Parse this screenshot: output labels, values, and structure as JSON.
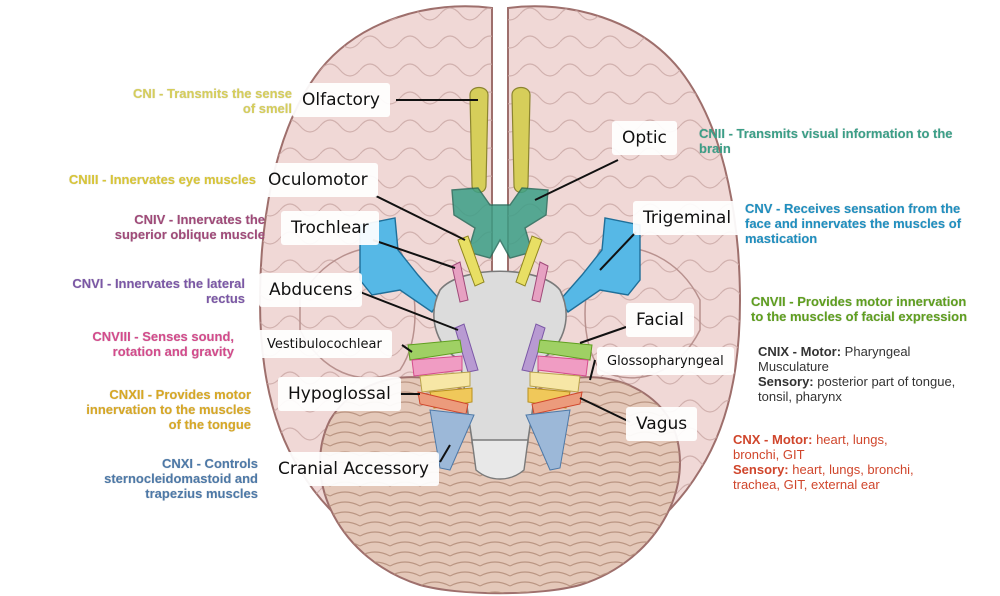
{
  "labels": {
    "olfactory": "Olfactory",
    "optic": "Optic",
    "oculomotor": "Oculomotor",
    "trochlear": "Trochlear",
    "trigeminal": "Trigeminal",
    "abducens": "Abducens",
    "facial": "Facial",
    "vestibulocochlear": "Vestibulocochlear",
    "glossopharyngeal": "Glossopharyngeal",
    "hypoglossal": "Hypoglossal",
    "vagus": "Vagus",
    "accessory": "Cranial Accessory"
  },
  "descriptions": {
    "cn1": [
      "CNI - Transmits the sense",
      "of smell"
    ],
    "cn2": [
      "CNII - Transmits visual information to the",
      "brain"
    ],
    "cn3": [
      "CNIII - Innervates eye muscles"
    ],
    "cn4": [
      "CNIV - Innervates the",
      "superior oblique muscle"
    ],
    "cn5": [
      "CNV - Receives sensation from the",
      "face and innervates the muscles of",
      "mastication"
    ],
    "cn6": [
      "CNVI - Innervates the lateral",
      "rectus"
    ],
    "cn7": [
      "CNVII - Provides motor innervation",
      "to the muscles of facial expression"
    ],
    "cn8": [
      "CNVIII - Senses sound,",
      "rotation and gravity"
    ],
    "cn9": {
      "motor_label": "CNIX - Motor:",
      "motor_text_1": "Pharyngeal",
      "motor_text_2": "Musculature",
      "sensory_label": "Sensory:",
      "sensory_text_1": "posterior part of tongue,",
      "sensory_text_2": "tonsil, pharynx"
    },
    "cn10": {
      "motor_label": "CNX - Motor:",
      "motor_text_1": "heart, lungs,",
      "motor_text_2": "bronchi, GIT",
      "sensory_label": "Sensory:",
      "sensory_text_1": "heart, lungs, bronchi,",
      "sensory_text_2": "trachea, GIT, external ear"
    },
    "cn11": [
      "CNXI - Controls",
      "sternocleidomastoid and",
      "trapezius muscles"
    ],
    "cn12": [
      "CNXII - Provides motor",
      "innervation to the muscles",
      "of the tongue"
    ]
  },
  "colors": {
    "cn1": "#d6ce5a",
    "cn2": "#3b9f87",
    "cn3": "#d9c636",
    "cn4": "#a04a79",
    "cn5": "#1f8fc0",
    "cn6": "#7b57a6",
    "cn7": "#5f9f1f",
    "cn8": "#d44b8c",
    "cn9_label": "#333333",
    "cn10": "#d0462c",
    "cn11": "#4d79a8",
    "cn12": "#d8a824",
    "brain_fill": "#f0d8d6",
    "brain_stroke": "#9e6f6c",
    "cerebellum_fill": "#e4c8b9"
  }
}
